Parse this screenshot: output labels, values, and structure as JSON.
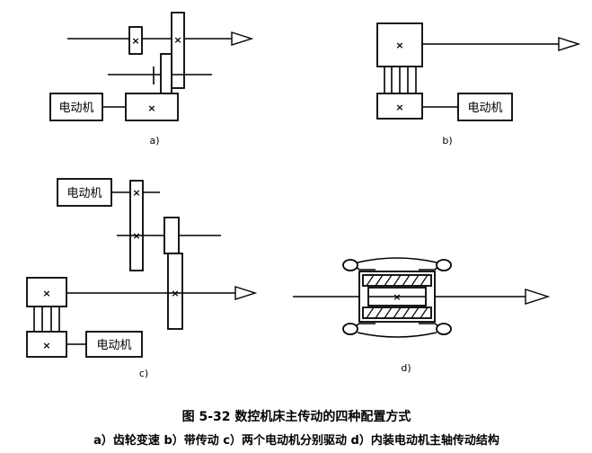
{
  "diagram": {
    "motor_label": "电动机",
    "cross_mark": "×",
    "panels": {
      "a": {
        "label": "a)"
      },
      "b": {
        "label": "b)"
      },
      "c": {
        "label": "c)"
      },
      "d": {
        "label": "d)"
      }
    },
    "caption": {
      "title": "图 5-32   数控机床主传动的四种配置方式",
      "items": "a）齿轮变速   b）带传动   c）两个电动机分别驱动   d）内装电动机主轴传动结构"
    }
  }
}
